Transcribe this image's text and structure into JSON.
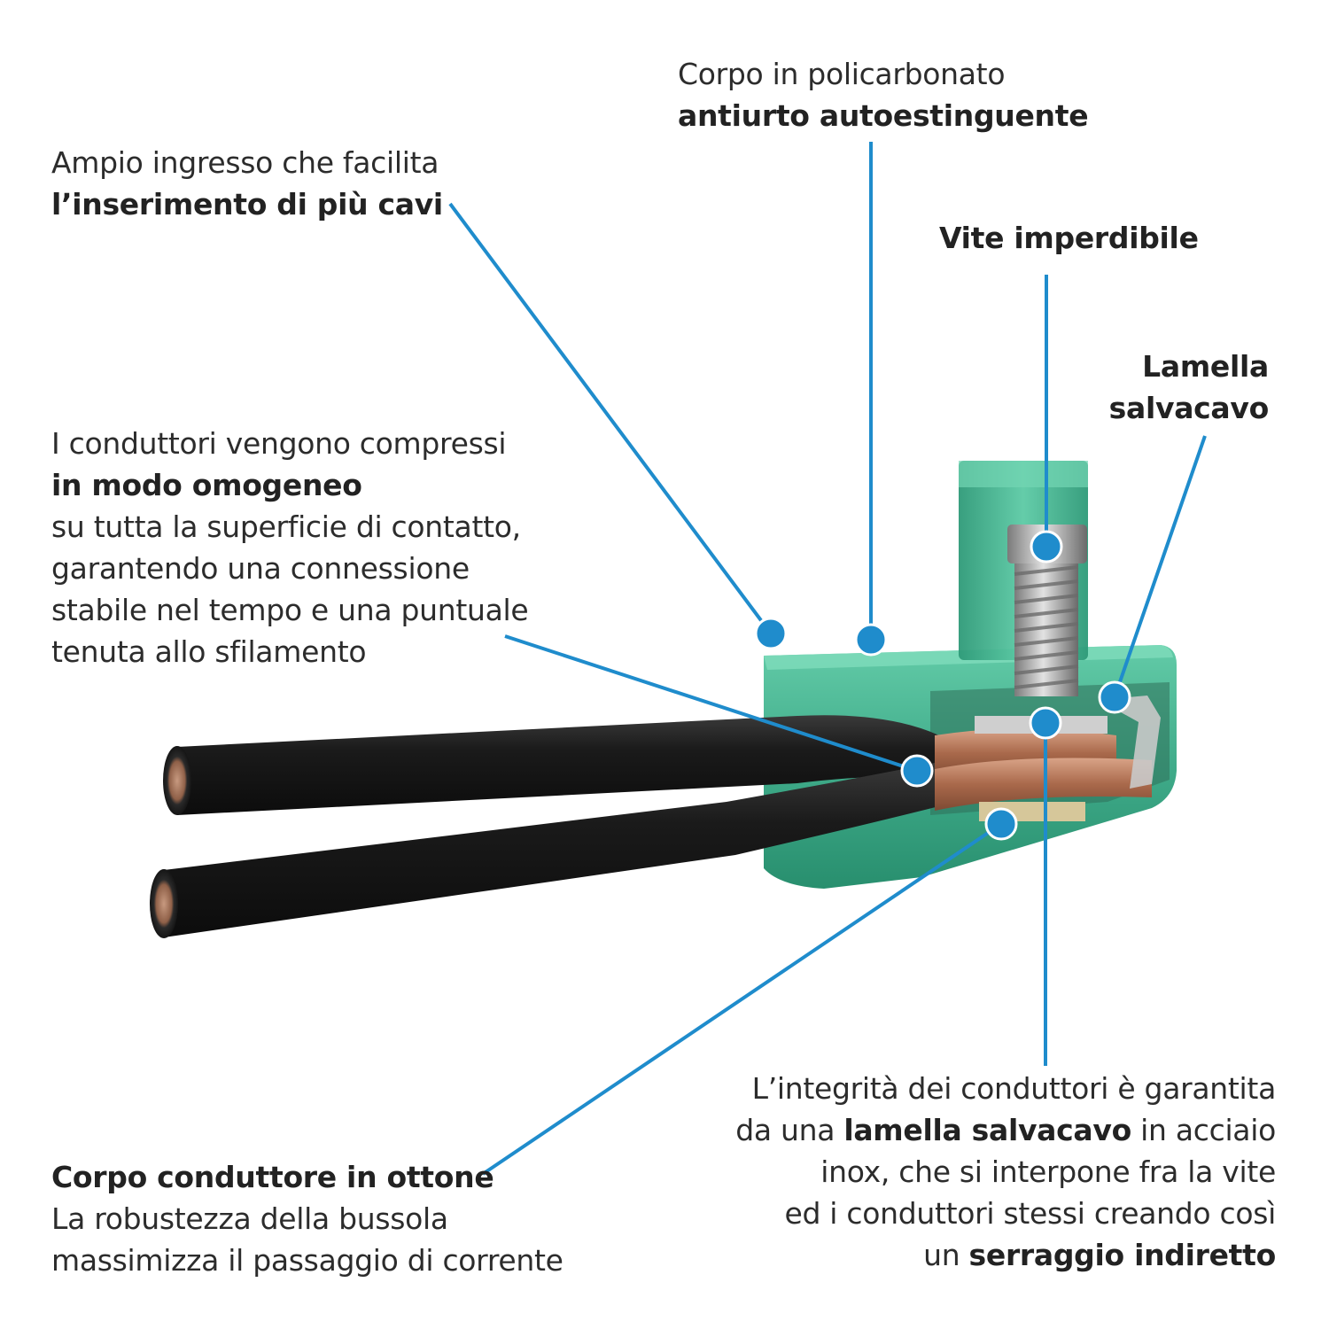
{
  "colors": {
    "callout": "#1f8ccc",
    "text": "#2c2c2c",
    "housing": "#3fb38c",
    "housing_dark": "#1f8a68",
    "cable": "#1b1b1b",
    "copper": "#b8785a",
    "steel": "#a8a8a8"
  },
  "callouts": {
    "corpo_policarbonato": {
      "line1": "Corpo in policarbonato",
      "line2": "antiurto autoestinguente"
    },
    "ampio_ingresso": {
      "line1": "Ampio ingresso che facilita",
      "line2": "l’inserimento di più cavi"
    },
    "vite": {
      "line1": "Vite imperdibile"
    },
    "lamella": {
      "line1": "Lamella",
      "line2": "salvacavo"
    },
    "conduttori": {
      "line1": "I conduttori vengono compressi",
      "line2": "in modo omogeneo",
      "line3": "su tutta la superficie di contatto,",
      "line4": "garantendo una connessione",
      "line5": "stabile nel tempo e una puntuale",
      "line6": "tenuta allo sfilamento"
    },
    "ottone": {
      "line1": "Corpo conduttore in ottone",
      "line2": "La robustezza della bussola",
      "line3": "massimizza il passaggio di corrente"
    },
    "integrita": {
      "line1": "L’integrità dei conduttori è garantita",
      "line2a": "da una ",
      "line2b": "lamella salvacavo",
      "line2c": " in acciaio",
      "line3": "inox, che si interpone fra la vite",
      "line4": "ed i conduttori stessi creando così",
      "line5a": "un ",
      "line5b": "serraggio indiretto"
    }
  }
}
